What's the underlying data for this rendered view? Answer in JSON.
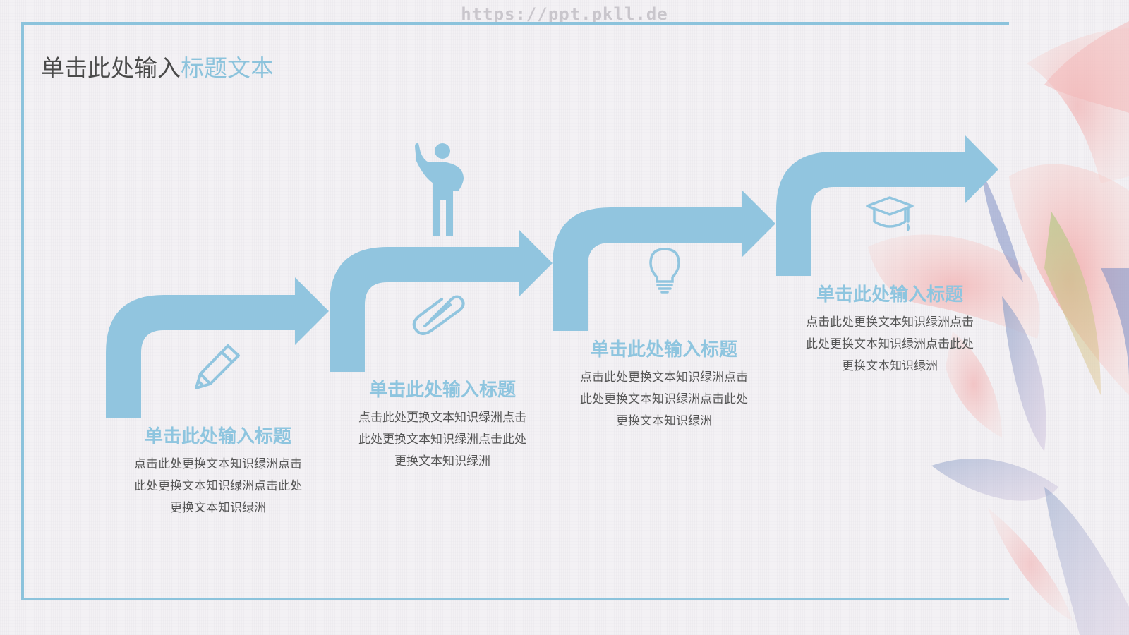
{
  "watermark": "https://ppt.pkll.de",
  "title": {
    "main": "单击此处输入",
    "accent": "标题文本"
  },
  "colors": {
    "accent": "#8ec5df",
    "frame": "#8cc3dc",
    "text": "#555555"
  },
  "steps": [
    {
      "heading": "单击此处输入标题",
      "desc_lines": [
        "点击此处更换文本知识绿洲点击",
        "此处更换文本知识绿洲点击此处",
        "更换文本知识绿洲"
      ],
      "icon": "pencil-icon"
    },
    {
      "heading": "单击此处输入标题",
      "desc_lines": [
        "点击此处更换文本知识绿洲点击",
        "此处更换文本知识绿洲点击此处",
        "更换文本知识绿洲"
      ],
      "icon": "paperclip-icon"
    },
    {
      "heading": "单击此处输入标题",
      "desc_lines": [
        "点击此处更换文本知识绿洲点击",
        "此处更换文本知识绿洲点击此处",
        "更换文本知识绿洲"
      ],
      "icon": "lightbulb-icon"
    },
    {
      "heading": "单击此处输入标题",
      "desc_lines": [
        "点击此处更换文本知识绿洲点击",
        "此处更换文本知识绿洲点击此处",
        "更换文本知识绿洲"
      ],
      "icon": "graduation-cap-icon"
    }
  ],
  "figure_icon": "person-waving-icon"
}
